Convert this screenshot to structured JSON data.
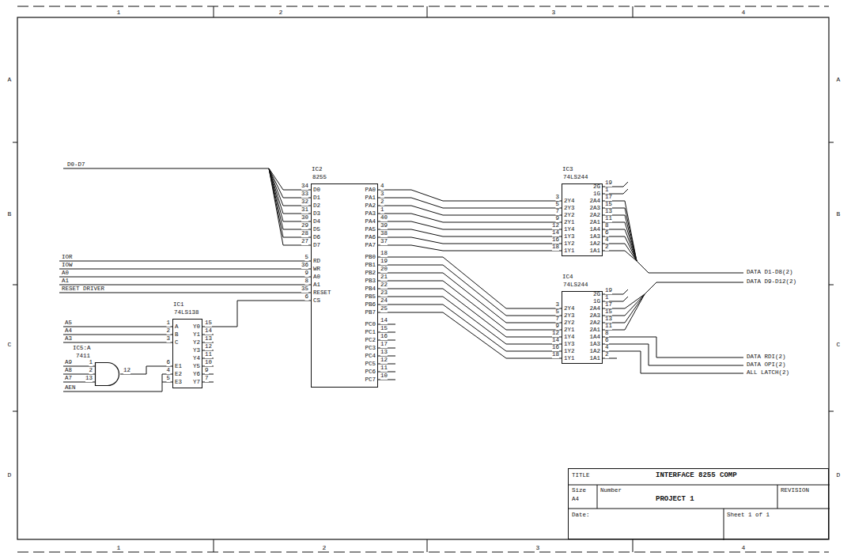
{
  "diagram": {
    "nodes": [
      {
        "text": [
          "IC2",
          "8255",
          "D0",
          "D1",
          "D2",
          "D3",
          "D4",
          "D5",
          "D6",
          "D7",
          "RD",
          "WR",
          "A0",
          "A1",
          "RESET",
          "CS",
          "PA0",
          "PA1",
          "PA2",
          "PA3",
          "PA4",
          "PA5",
          "PA6",
          "PA7",
          "PB0",
          "PB1",
          "PB2",
          "PB3",
          "PB4",
          "PB5",
          "PB6",
          "PB7",
          "PC0",
          "PC1",
          "PC2",
          "PC3",
          "PC4",
          "PC5",
          "PC6",
          "PC7"
        ]
      },
      {
        "text": [
          "IC1",
          "74LS138",
          "A",
          "B",
          "C",
          "E1",
          "E2",
          "E3",
          "Y0",
          "Y1",
          "Y2",
          "Y3",
          "Y4",
          "Y5",
          "Y6",
          "Y7"
        ]
      },
      {
        "text": [
          "IC5:A",
          "7411"
        ]
      },
      {
        "text": [
          "IC3",
          "74LS244",
          "2Y4",
          "2Y3",
          "2Y2",
          "2Y1",
          "1Y4",
          "1Y3",
          "1Y2",
          "1Y1",
          "2G",
          "1G",
          "2A4",
          "2A3",
          "2A2",
          "2A1",
          "1A4",
          "1A3",
          "1A2",
          "1A1"
        ]
      },
      {
        "text": [
          "IC4",
          "74LS244",
          "2Y4",
          "2Y3",
          "2Y2",
          "2Y1",
          "1Y4",
          "1Y3",
          "1Y2",
          "1Y1",
          "2G",
          "1G",
          "2A4",
          "2A3",
          "2A2",
          "2A1",
          "1A4",
          "1A3",
          "1A2",
          "1A1"
        ]
      },
      {
        "text": [
          "TITLE",
          "INTERFACE 8255 COMP",
          "Size",
          "Number",
          "REVISION",
          "A4",
          "PROJECT 1",
          "Date:",
          "Sheet 1 of 1"
        ]
      }
    ],
    "edges": [
      {
        "from": 0,
        "to": 3,
        "arrow": "none"
      },
      {
        "from": 0,
        "to": 3,
        "arrow": "none"
      },
      {
        "from": 0,
        "to": 3,
        "arrow": "none"
      },
      {
        "from": 0,
        "to": 3,
        "arrow": "none"
      },
      {
        "from": 0,
        "to": 3,
        "arrow": "none"
      },
      {
        "from": 0,
        "to": 3,
        "arrow": "none"
      },
      {
        "from": 0,
        "to": 3,
        "arrow": "none"
      },
      {
        "from": 0,
        "to": 3,
        "arrow": "none"
      },
      {
        "from": 0,
        "to": 4,
        "arrow": "none"
      },
      {
        "from": 0,
        "to": 4,
        "arrow": "none"
      },
      {
        "from": 0,
        "to": 4,
        "arrow": "none"
      },
      {
        "from": 0,
        "to": 4,
        "arrow": "none"
      },
      {
        "from": 0,
        "to": 4,
        "arrow": "none"
      },
      {
        "from": 0,
        "to": 4,
        "arrow": "none"
      },
      {
        "from": 0,
        "to": 4,
        "arrow": "none"
      },
      {
        "from": 0,
        "to": 4,
        "arrow": "none"
      },
      {
        "from": 1,
        "to": 0,
        "arrow": "none"
      },
      {
        "from": 2,
        "to": 1,
        "arrow": "none"
      }
    ],
    "labels": [
      "1",
      "2",
      "3",
      "4",
      "1",
      "2",
      "3",
      "4",
      "A",
      "B",
      "C",
      "D",
      "A",
      "B",
      "C",
      "D",
      "D0-D7",
      "IOR",
      "IOW",
      "A0",
      "A1",
      "RESET DRIVER",
      "A5",
      "A4",
      "A3",
      "A9",
      "A8",
      "A7",
      "AEN",
      "34",
      "33",
      "32",
      "31",
      "30",
      "29",
      "28",
      "27",
      "5",
      "36",
      "9",
      "8",
      "35",
      "6",
      "4",
      "3",
      "2",
      "1",
      "40",
      "39",
      "38",
      "37",
      "18",
      "19",
      "20",
      "21",
      "22",
      "23",
      "24",
      "25",
      "14",
      "15",
      "16",
      "17",
      "13",
      "12",
      "11",
      "10",
      "1",
      "2",
      "3",
      "6",
      "4",
      "5",
      "15",
      "14",
      "13",
      "12",
      "11",
      "10",
      "9",
      "7",
      "1",
      "2",
      "13",
      "12",
      "3",
      "5",
      "7",
      "9",
      "12",
      "14",
      "16",
      "18",
      "19",
      "1",
      "17",
      "15",
      "13",
      "11",
      "8",
      "6",
      "4",
      "2",
      "3",
      "5",
      "7",
      "9",
      "12",
      "14",
      "16",
      "18",
      "19",
      "1",
      "17",
      "15",
      "13",
      "11",
      "8",
      "6",
      "4",
      "2",
      "DATA D1-D8(2)",
      "DATA D9-D12(2)",
      "DATA RDI(2)",
      "DATA OPI(2)",
      "ALL LATCH(2)"
    ]
  }
}
